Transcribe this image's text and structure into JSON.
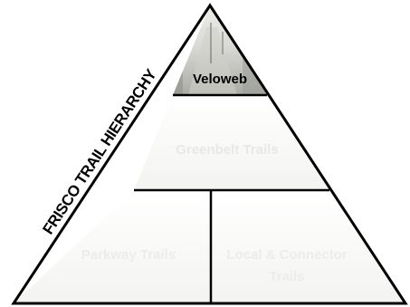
{
  "diagram": {
    "side_label": "FRISCO TRAIL HIERARCHY",
    "tiers": [
      {
        "id": "veloweb",
        "lines": [
          "Veloweb"
        ]
      },
      {
        "id": "greenbelt",
        "lines": [
          "Greenbelt Trails"
        ]
      },
      {
        "id": "parkway",
        "lines": [
          "Parkway Trails"
        ]
      },
      {
        "id": "local-connector",
        "lines": [
          "Local & Connector",
          "Trails"
        ]
      }
    ],
    "colors": {
      "outline": "#000000",
      "background": "#ffffff",
      "veloweb_photo_sky": "#e8e8e6",
      "veloweb_photo_ground": "#b9bab4",
      "veloweb_text": "#000000",
      "lower_tier_photo_tint": "#f1f1ef",
      "lower_tier_text": "#e7e7e5"
    }
  }
}
